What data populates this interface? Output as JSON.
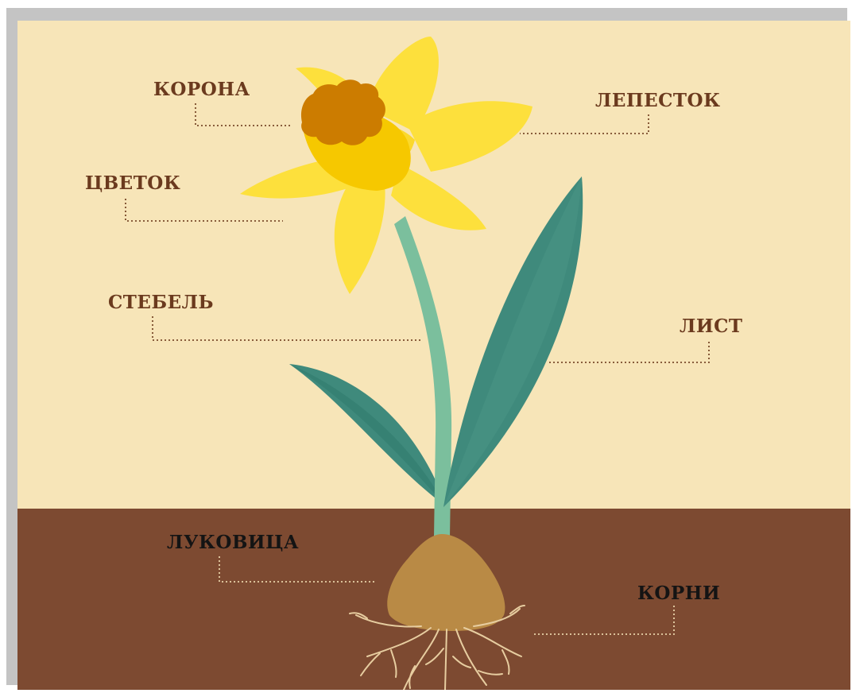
{
  "labels": {
    "corona": "КОРОНА",
    "petal": "ЛЕПЕСТОК",
    "flower": "ЦВЕТОК",
    "stem": "СТЕБЕЛЬ",
    "leaf": "ЛИСТ",
    "bulb": "ЛУКОВИЦА",
    "roots": "КОРНИ"
  },
  "colors": {
    "sky": "#f7e5b8",
    "soil": "#7d4a31",
    "petal": "#fde03c",
    "corona": "#f6c800",
    "corona_rim": "#cc7c00",
    "stem": "#7bbf9d",
    "leaf": "#3f8a7c",
    "leaf_dark": "#2f7a6c",
    "bulb": "#b98a45",
    "root": "#e7cda0",
    "label_sky": "#6b3a1e",
    "label_soil": "#141414",
    "frame": "#c4c4c4"
  }
}
